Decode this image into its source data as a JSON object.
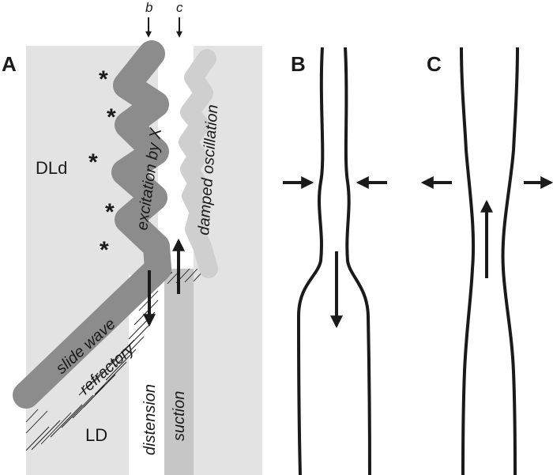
{
  "panels": {
    "a": "A",
    "b": "B",
    "c": "C"
  },
  "top_markers": {
    "b": "b",
    "c": "c"
  },
  "regions": {
    "dld": "DLd",
    "ld": "LD"
  },
  "labels": {
    "excitation": "excitation by X",
    "damped": "damped oscillation",
    "slide_wave": "slide wave",
    "refractory": "refractory",
    "distension": "distension",
    "suction": "suction"
  },
  "star_glyph": "*",
  "colors": {
    "background_region": "#e3e3e3",
    "excitation_path": "#8c8c8c",
    "damped_path": "#cfcfcf",
    "suction_column": "#c6c6c6",
    "ink": "#1a1a1a"
  }
}
